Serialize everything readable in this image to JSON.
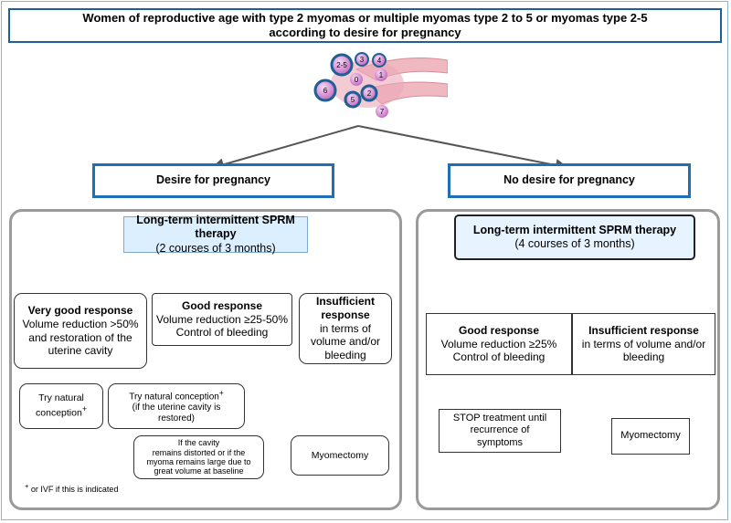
{
  "title": {
    "line1": "Women of reproductive age with type 2 myomas or multiple myomas type 2 to 5 or myomas type 2-5",
    "line2": "according to desire for pregnancy"
  },
  "illustration": {
    "labels": [
      "2-5",
      "3",
      "4",
      "1",
      "0",
      "6",
      "5",
      "2",
      "7"
    ]
  },
  "left": {
    "branch": "Desire for pregnancy",
    "therapy": {
      "title": "Long-term intermittent SPRM therapy",
      "sub": "(2 courses of 3 months)"
    },
    "very_good": {
      "title": "Very good response",
      "l1": "Volume reduction >50%",
      "l2": "and restoration of  the",
      "l3": "uterine cavity"
    },
    "good": {
      "title": "Good response",
      "l1": "Volume reduction ≥25-50%",
      "l2": "Control of bleeding"
    },
    "insufficient": {
      "title1": "Insufficient",
      "title2": "response",
      "l1": "in terms of",
      "l2": "volume and/or",
      "l3": "bleeding"
    },
    "try1": {
      "l1": "Try natural",
      "l2": "conception"
    },
    "try2": {
      "l1": "Try natural conception",
      "l2": "(if the uterine cavity is",
      "l3": "restored)"
    },
    "distorted": {
      "l1": "If the cavity",
      "l2": "remains distorted or if the",
      "l3": "myoma remains large due to",
      "l4": "great volume at baseline"
    },
    "myomectomy": "Myomectomy",
    "footnote": "or IVF if this is indicated",
    "mark": "+"
  },
  "right": {
    "branch": "No desire for pregnancy",
    "therapy": {
      "title": "Long-term intermittent SPRM therapy",
      "sub": "(4 courses of 3 months)"
    },
    "good": {
      "title": "Good response",
      "l1": "Volume reduction ≥25%",
      "l2": "Control of bleeding"
    },
    "insufficient": {
      "title": "Insufficient response",
      "l1": "in terms of volume and/or",
      "l2": "bleeding"
    },
    "stop": {
      "l1": "STOP treatment until",
      "l2": "recurrence of",
      "l3": "symptoms"
    },
    "myomectomy": "Myomectomy"
  },
  "colors": {
    "dark_blue": "#1f5f96",
    "arrow_blue": "#2f7fc1",
    "panel_gray": "#9a9a9a",
    "therapy_fill": "#dcefff"
  }
}
